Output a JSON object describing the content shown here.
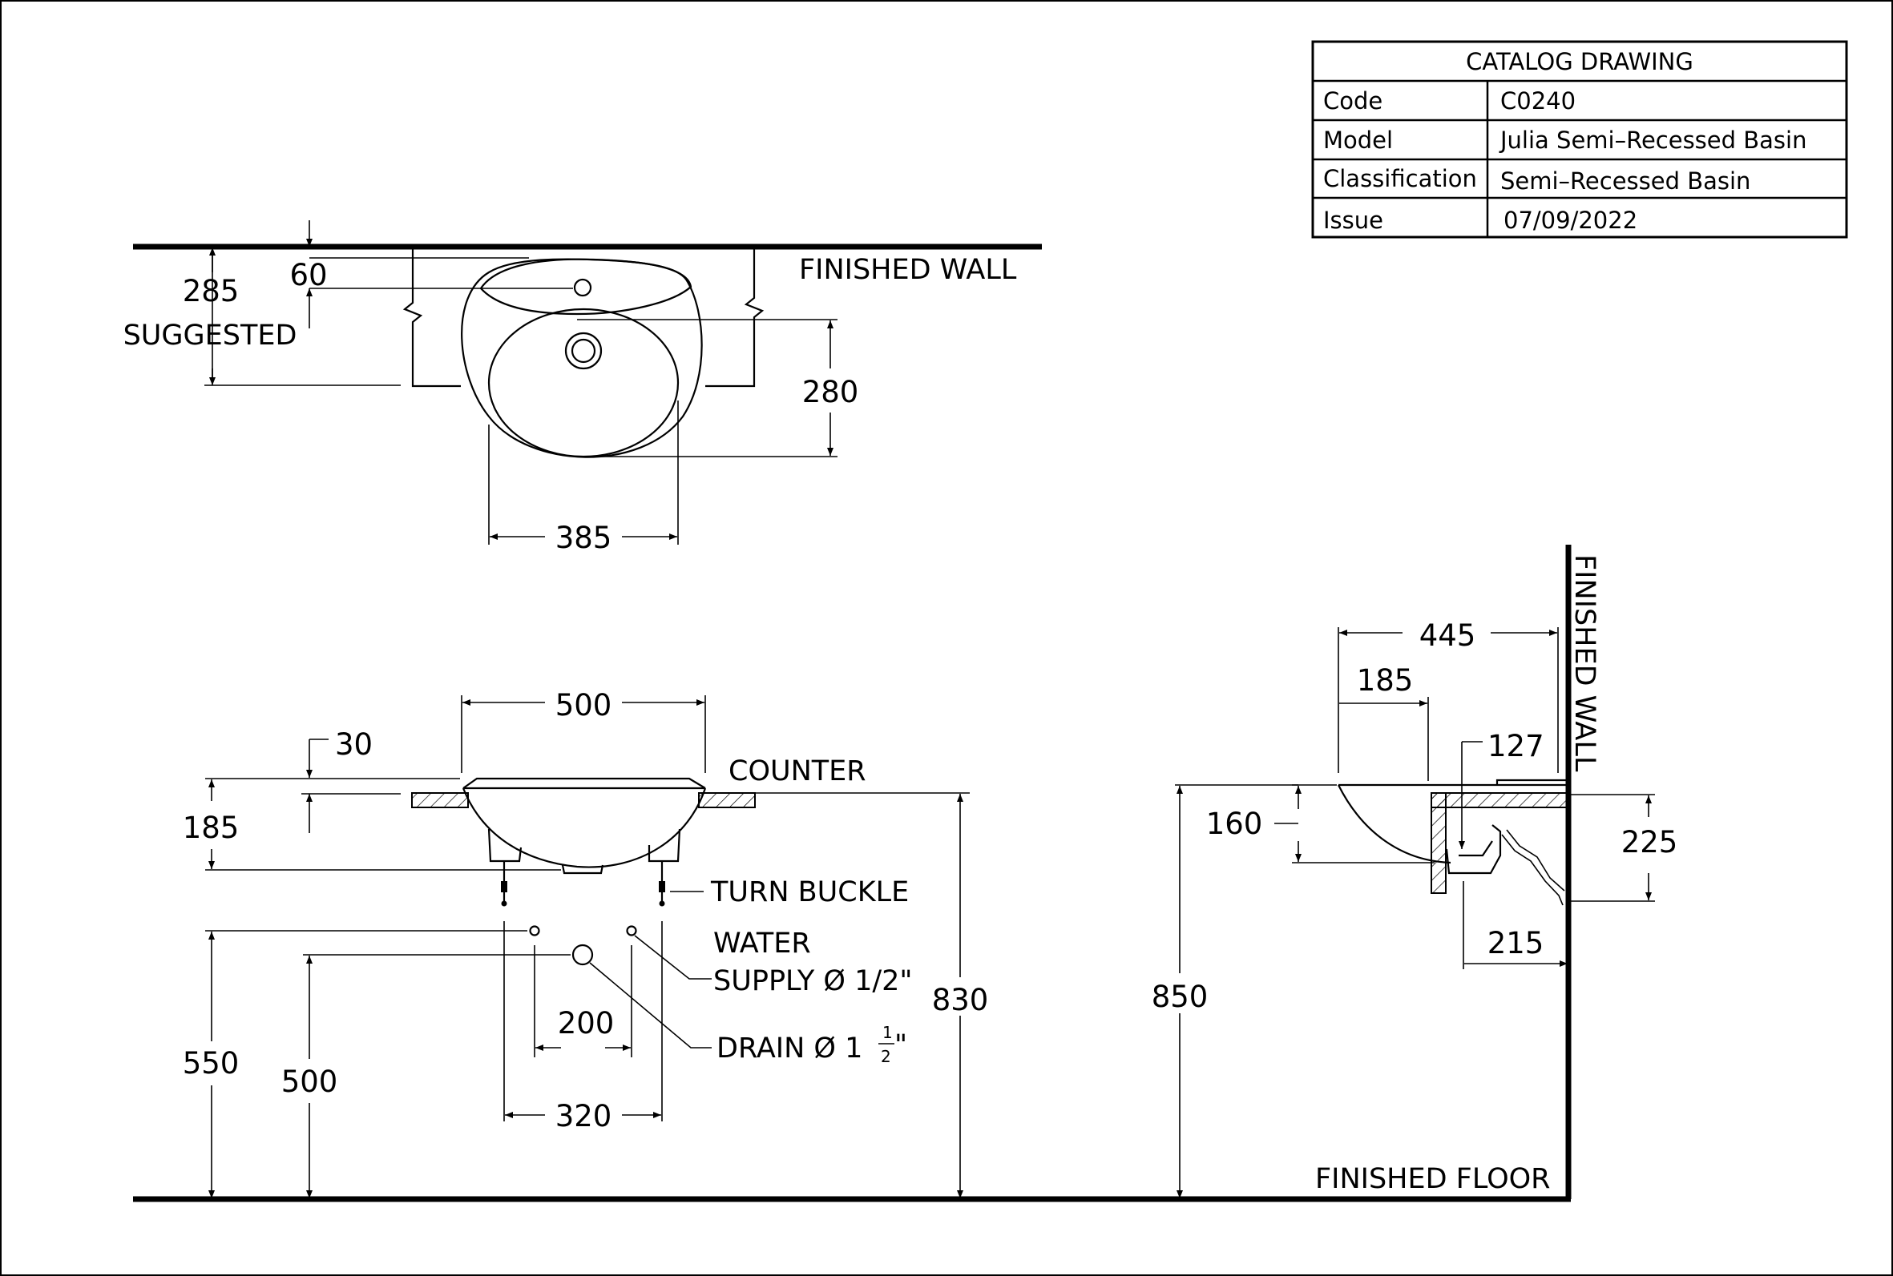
{
  "title_block": {
    "header": "CATALOG  DRAWING",
    "rows": [
      {
        "label": "Code",
        "value": "C0240"
      },
      {
        "label": "Model",
        "value": "Julia  Semi–Recessed  Basin"
      },
      {
        "label": "Classification",
        "value": "Semi–Recessed  Basin"
      },
      {
        "label": "Issue",
        "value": "07/09/2022"
      }
    ]
  },
  "labels": {
    "finished_wall_top": "FINISHED WALL",
    "finished_wall_side": "FINISHED WALL",
    "finished_floor": "FINISHED FLOOR",
    "counter": "COUNTER",
    "turn_buckle": "TURN BUCKLE",
    "water_supply_line1": "WATER",
    "water_supply_line2": "SUPPLY Ø 1/2\"",
    "drain_prefix": "DRAIN Ø 1",
    "drain_num": "1",
    "drain_den": "2",
    "drain_suffix": "\"",
    "suggested": "SUGGESTED"
  },
  "dimensions": {
    "top_285": "285",
    "top_60": "60",
    "top_280": "280",
    "top_385": "385",
    "front_500": "500",
    "front_30": "30",
    "front_185": "185",
    "front_830": "830",
    "front_550": "550",
    "front_500b": "500",
    "front_200": "200",
    "front_320": "320",
    "side_445": "445",
    "side_185": "185",
    "side_127": "127",
    "side_160": "160",
    "side_225": "225",
    "side_215": "215",
    "side_850": "850"
  },
  "colors": {
    "line": "#000000",
    "background": "#ffffff"
  }
}
